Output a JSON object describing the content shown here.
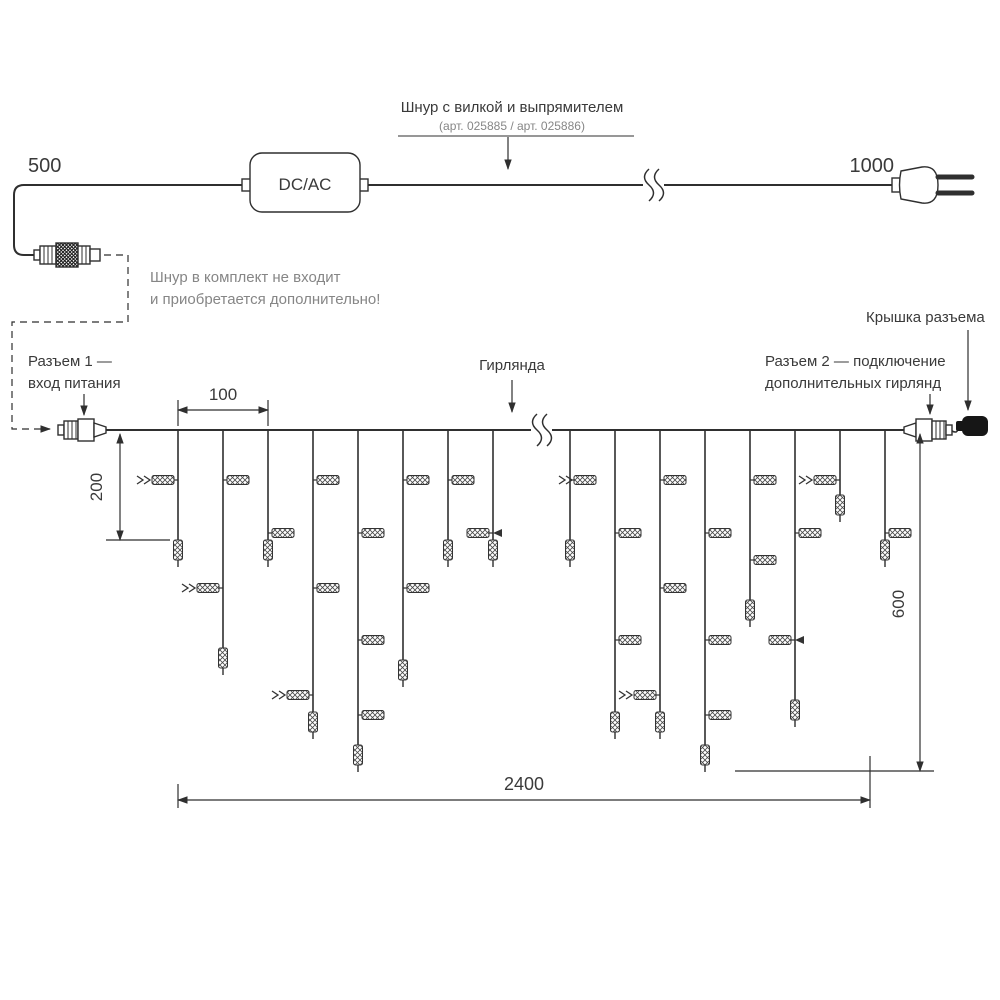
{
  "power_cord": {
    "length_left": "500",
    "length_right": "1000",
    "converter": "DC/AC",
    "title": "Шнур с вилкой и выпрямителем",
    "subtitle": "(арт. 025885 / арт. 025886)",
    "note1": "Шнур в комплект не входит",
    "note2": "и приобретается дополнительно!"
  },
  "garland": {
    "connector1_l1": "Разъем 1 —",
    "connector1_l2": "вход питания",
    "label": "Гирлянда",
    "connector2_l1": "Разъем 2 — подключение",
    "connector2_l2": "дополнительных гирлянд",
    "cap_label": "Крышка разъема",
    "dim_spacing": "100",
    "dim_short": "200",
    "dim_long": "600",
    "dim_total": "2400"
  }
}
